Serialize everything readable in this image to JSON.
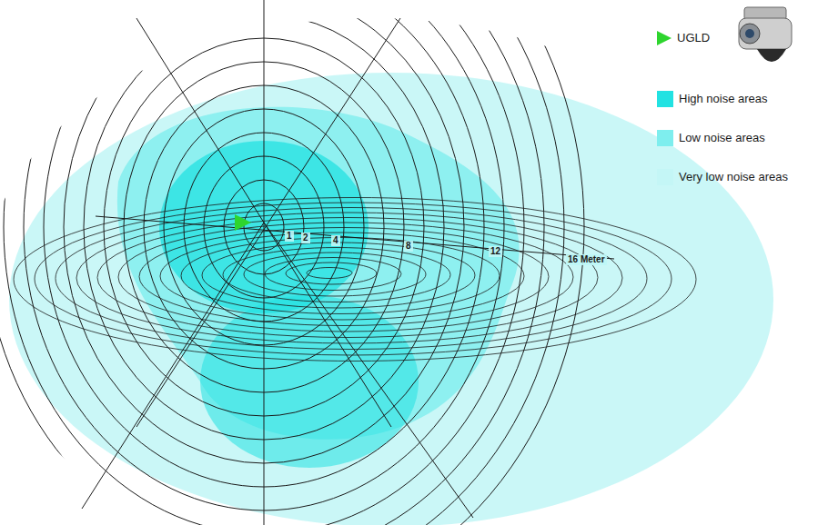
{
  "diagram": {
    "labels": [
      "1",
      "2",
      "4",
      "8",
      "12",
      "16 Meter"
    ],
    "legend": [
      {
        "text": "UGLD"
      },
      {
        "text": "High noise areas",
        "color": "#22e2e2"
      },
      {
        "text": "Low noise areas",
        "color": "#7eeeee"
      },
      {
        "text": "Very low noise areas",
        "color": "#c4f6f6"
      }
    ]
  }
}
